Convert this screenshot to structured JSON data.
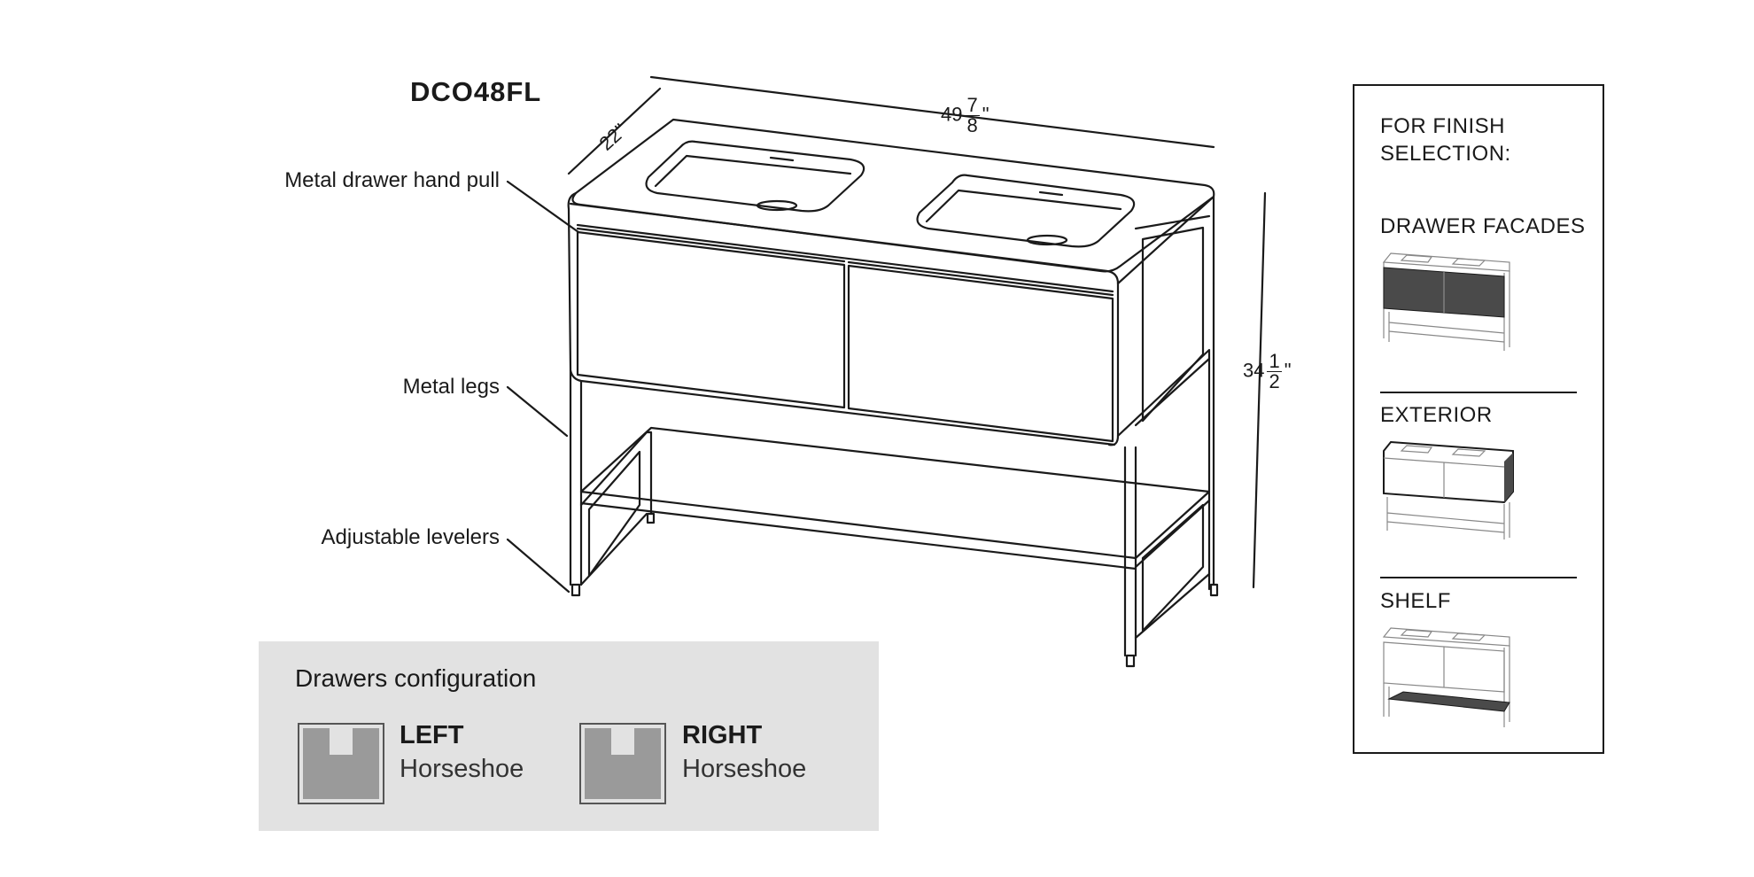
{
  "model": "DCO48FL",
  "dimensions": {
    "width_whole": "49",
    "width_num": "7",
    "width_den": "8",
    "depth": "22\"",
    "height_whole": "34",
    "height_num": "1",
    "height_den": "2",
    "inch_mark": "\""
  },
  "callouts": {
    "hand_pull": "Metal drawer hand pull",
    "legs": "Metal legs",
    "levelers": "Adjustable levelers"
  },
  "drawers_config": {
    "title": "Drawers configuration",
    "items": [
      {
        "side": "LEFT",
        "type": "Horseshoe"
      },
      {
        "side": "RIGHT",
        "type": "Horseshoe"
      }
    ]
  },
  "finish_selection": {
    "heading_line1": "FOR FINISH",
    "heading_line2": "SELECTION:",
    "options": [
      {
        "label": "DRAWER FACADES",
        "highlight": "drawers"
      },
      {
        "label": "EXTERIOR",
        "highlight": "exterior"
      },
      {
        "label": "SHELF",
        "highlight": "shelf"
      }
    ]
  },
  "colors": {
    "line": "#1a1a1a",
    "panel_bg": "#e2e2e2",
    "fill_gray": "#9a9a9a",
    "highlight_dark": "#4a4a4a"
  }
}
